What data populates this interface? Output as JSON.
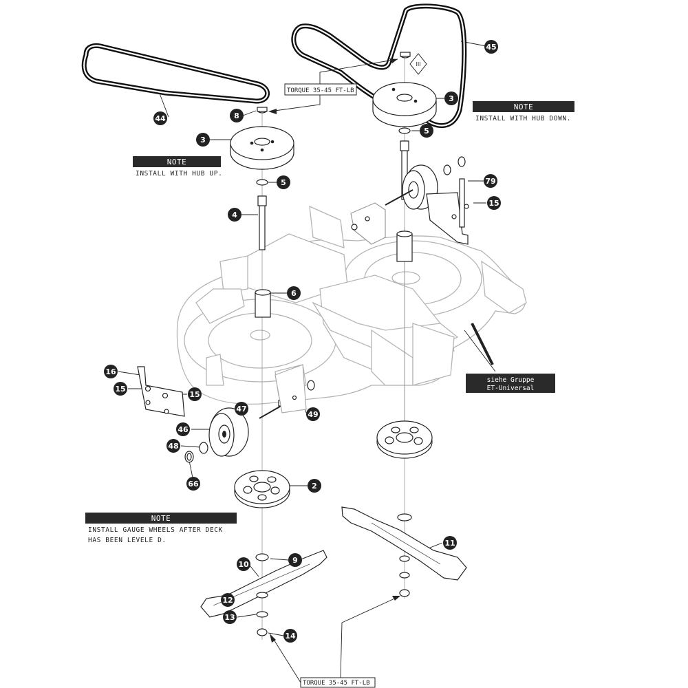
{
  "diagram": {
    "callouts": [
      {
        "id": "c44",
        "label": "44"
      },
      {
        "id": "c45",
        "label": "45"
      },
      {
        "id": "c8",
        "label": "8"
      },
      {
        "id": "c3a",
        "label": "3"
      },
      {
        "id": "c3b",
        "label": "3"
      },
      {
        "id": "c5a",
        "label": "5"
      },
      {
        "id": "c5b",
        "label": "5"
      },
      {
        "id": "c4",
        "label": "4"
      },
      {
        "id": "c79",
        "label": "79"
      },
      {
        "id": "c15a",
        "label": "15"
      },
      {
        "id": "c6",
        "label": "6"
      },
      {
        "id": "c16",
        "label": "16"
      },
      {
        "id": "c15b",
        "label": "15"
      },
      {
        "id": "c15c",
        "label": "15"
      },
      {
        "id": "c47",
        "label": "47"
      },
      {
        "id": "c49",
        "label": "49"
      },
      {
        "id": "c46",
        "label": "46"
      },
      {
        "id": "c48",
        "label": "48"
      },
      {
        "id": "c66",
        "label": "66"
      },
      {
        "id": "c2",
        "label": "2"
      },
      {
        "id": "c11",
        "label": "11"
      },
      {
        "id": "c9",
        "label": "9"
      },
      {
        "id": "c10",
        "label": "10"
      },
      {
        "id": "c12",
        "label": "12"
      },
      {
        "id": "c13",
        "label": "13"
      },
      {
        "id": "c14",
        "label": "14"
      }
    ],
    "notes": [
      {
        "id": "note-hub-down",
        "heading": "NOTE",
        "lines": [
          "INSTALL WITH HUB DOWN."
        ]
      },
      {
        "id": "note-hub-up",
        "heading": "NOTE",
        "lines": [
          "INSTALL WITH HUB UP."
        ]
      },
      {
        "id": "note-gauge",
        "heading": "NOTE",
        "lines": [
          "INSTALL GAUGE WHEELS AFTER DECK",
          "HAS BEEN LEVELE D."
        ]
      }
    ],
    "torque_labels": [
      "TORQUE 35-45 FT-LB",
      "TORQUE 35-45 FT-LB"
    ],
    "reference_box": {
      "lines": [
        "siehe Gruppe",
        "ET-Universal"
      ]
    },
    "symbol_mark": "III"
  }
}
